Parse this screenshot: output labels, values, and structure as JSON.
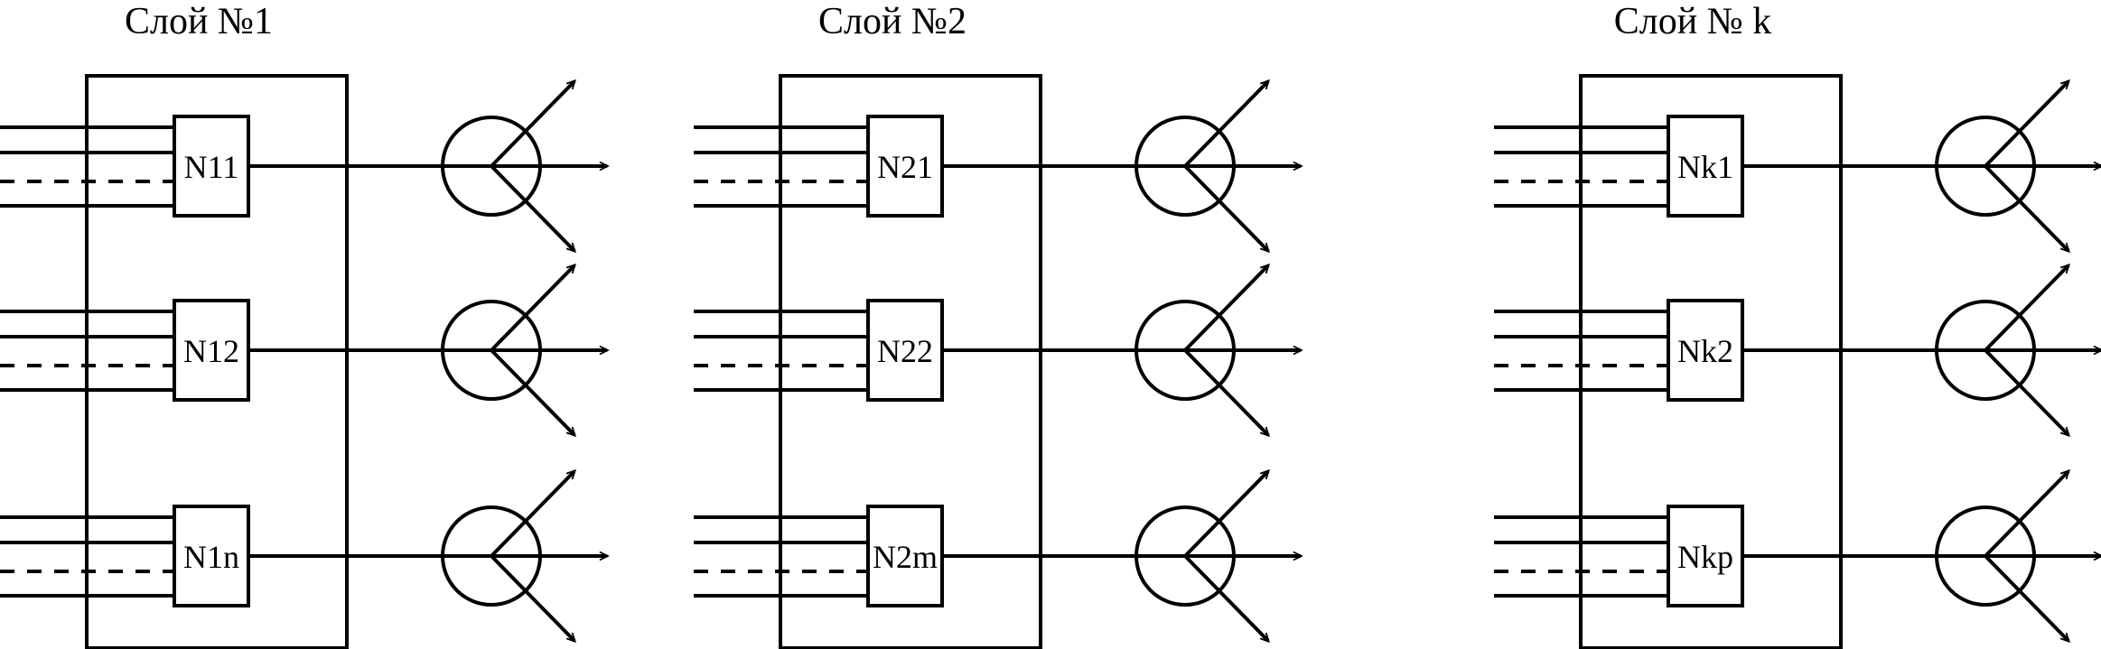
{
  "layers": [
    {
      "title": "Слой №1",
      "nodes": [
        "N11",
        "N12",
        "N1n"
      ]
    },
    {
      "title": "Слой №2",
      "nodes": [
        "N21",
        "N22",
        "N2m"
      ]
    },
    {
      "title": "Слой № k",
      "nodes": [
        "Nk1",
        "Nk2",
        "Nkp"
      ]
    }
  ],
  "colors": {
    "stroke": "#000000",
    "background": "#ffffff"
  }
}
